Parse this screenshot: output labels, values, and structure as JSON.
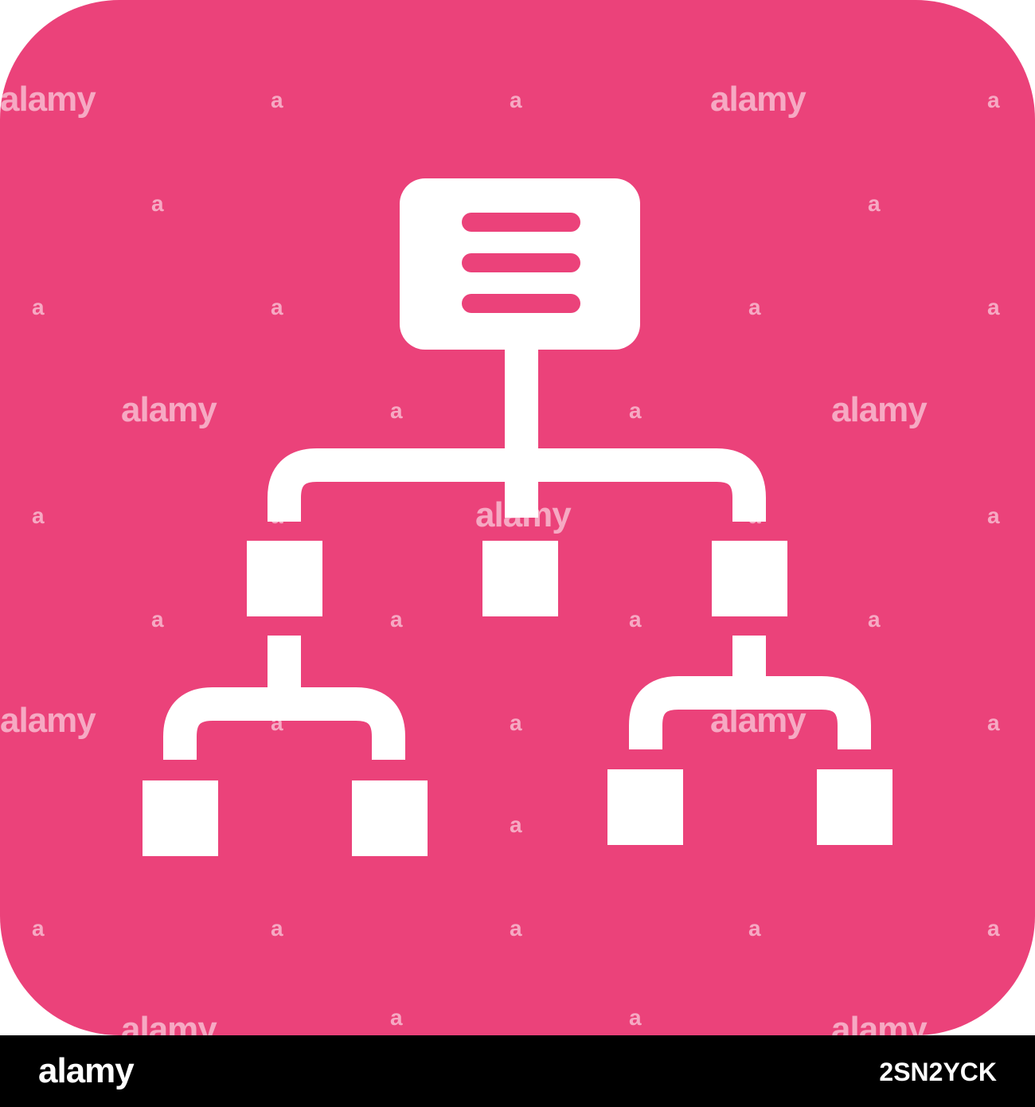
{
  "colors": {
    "tile": "#EB427A",
    "glyph": "#FFFFFF",
    "footer": "#000000"
  },
  "icon": {
    "name": "hierarchy-structure-icon"
  },
  "watermark": {
    "word": "alamy",
    "letter": "a"
  },
  "footer": {
    "logo": "alamy",
    "image_code": "2SN2YCK"
  }
}
